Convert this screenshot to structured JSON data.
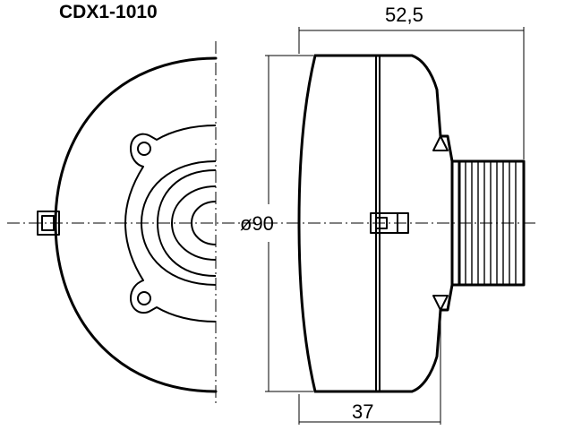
{
  "title": "CDX1-1010",
  "dimensions": {
    "depth": "52,5",
    "diameter": "ø90",
    "body_depth": "37"
  }
}
